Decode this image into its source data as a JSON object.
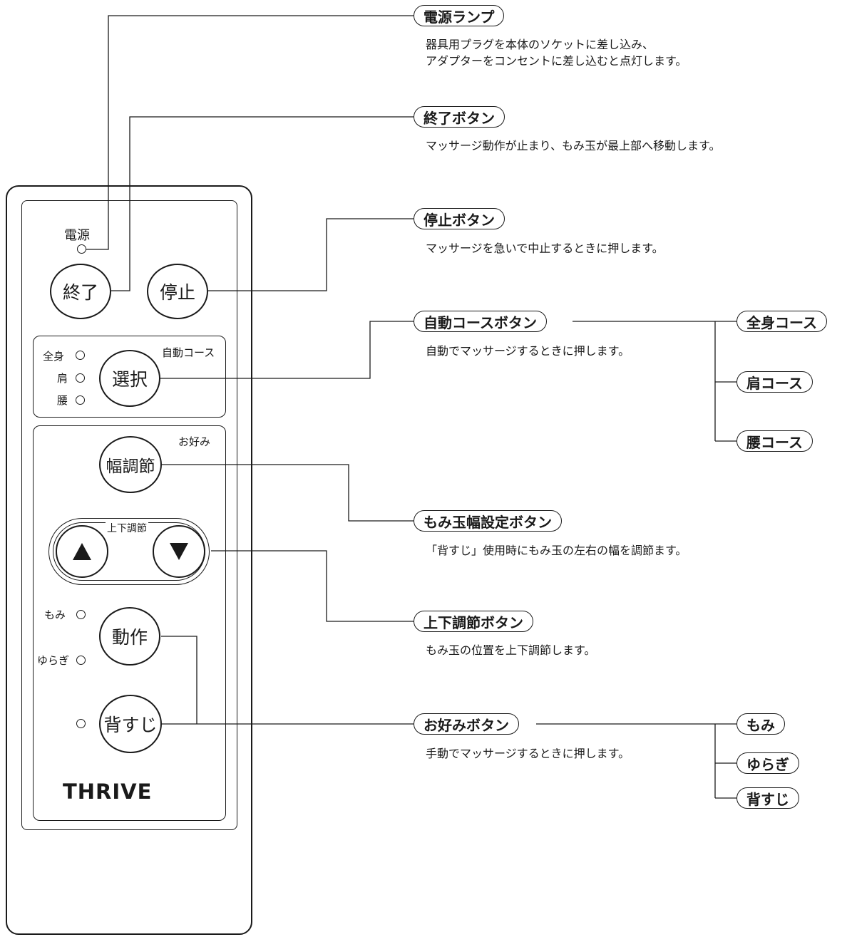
{
  "remote": {
    "power_label": "電源",
    "end_button": "終了",
    "stop_button": "停止",
    "course_labels": [
      "全身",
      "肩",
      "腰"
    ],
    "select_button": "選択",
    "auto_course_label": "自動コース",
    "favorite_label": "お好み",
    "width_button": "幅調節",
    "updown_label": "上下調節",
    "up_symbol": "▲",
    "down_symbol": "▼",
    "mode_labels": [
      "もみ",
      "ゆらぎ"
    ],
    "action_button": "動作",
    "back_button": "背すじ",
    "brand": "THRIVE"
  },
  "callouts": {
    "power_lamp": {
      "title": "電源ランプ",
      "desc_line1": "器具用プラグを本体のソケットに差し込み、",
      "desc_line2": "アダプターをコンセントに差し込むと点灯します。"
    },
    "end_button": {
      "title": "終了ボタン",
      "desc": "マッサージ動作が止まり、もみ玉が最上部へ移動します。"
    },
    "stop_button": {
      "title": "停止ボタン",
      "desc": "マッサージを急いで中止するときに押します。"
    },
    "auto_course": {
      "title": "自動コースボタン",
      "desc": "自動でマッサージするときに押します。",
      "options": [
        "全身コース",
        "肩コース",
        "腰コース"
      ]
    },
    "width_setting": {
      "title": "もみ玉幅設定ボタン",
      "desc": "「背すじ」使用時にもみ玉の左右の幅を調節ます。"
    },
    "updown": {
      "title": "上下調節ボタン",
      "desc": "もみ玉の位置を上下調節します。"
    },
    "favorite": {
      "title": "お好みボタン",
      "desc": "手動でマッサージするときに押します。",
      "options": [
        "もみ",
        "ゆらぎ",
        "背すじ"
      ]
    }
  }
}
